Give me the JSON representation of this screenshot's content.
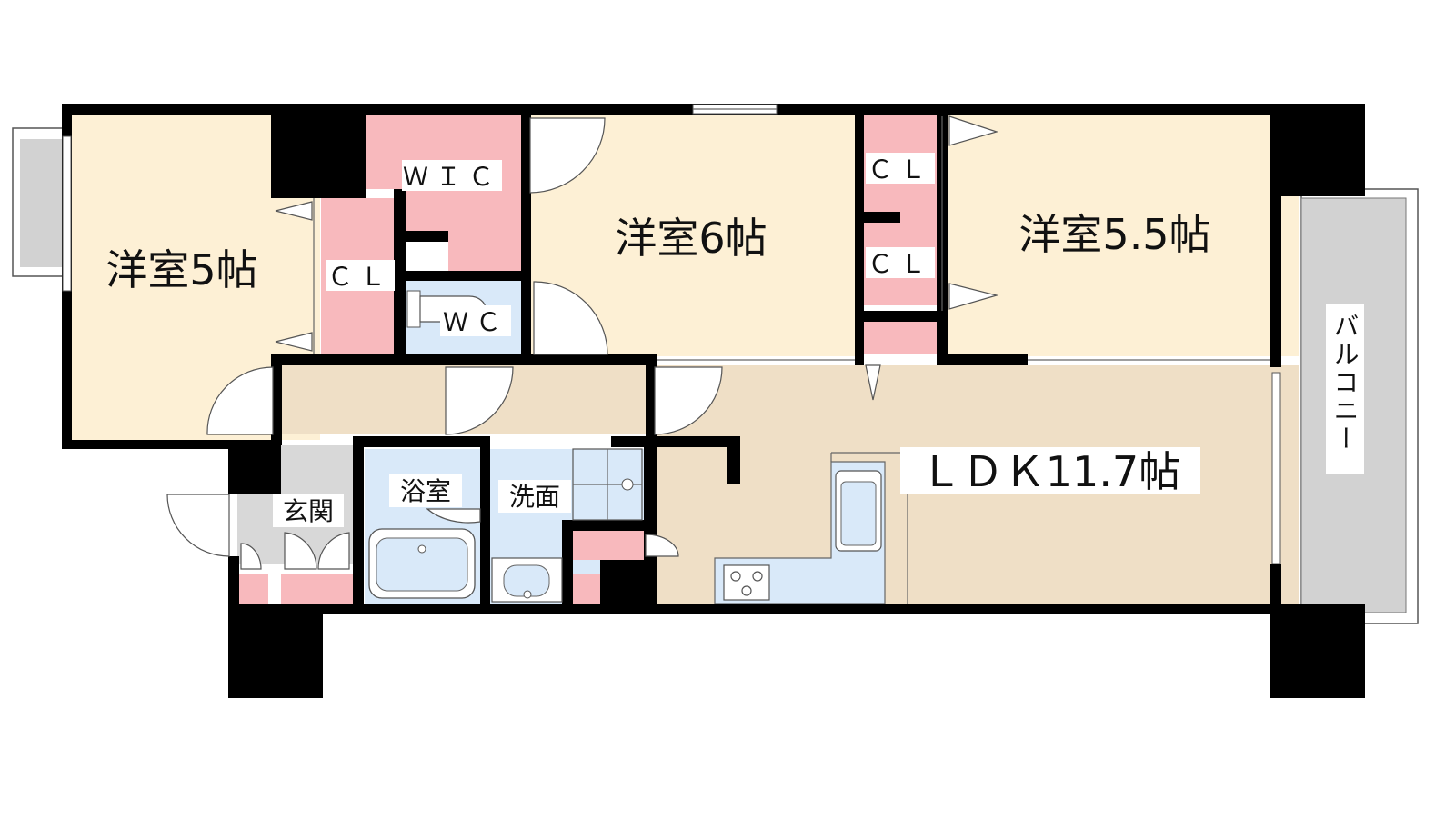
{
  "rooms": {
    "western_room_5": "洋室5帖",
    "western_room_6": "洋室6帖",
    "western_room_55": "洋室5.5帖",
    "ldk": "ＬＤＫ11.7帖",
    "balcony": "バルコニー",
    "entrance": "玄関",
    "bath": "浴室",
    "washroom": "洗面",
    "toilet": "ＷＣ",
    "walk_in_closet": "ＷＩＣ",
    "closet_1": "ＣＬ",
    "closet_2": "ＣＬ",
    "closet_3": "ＣＬ"
  },
  "colors": {
    "bedroom": "#fdf0d5",
    "ldk_hall": "#efdfc6",
    "closet": "#f8b9bd",
    "wet_area": "#d9e9f9",
    "entrance": "#d8d8d8",
    "balcony": "#d2d2d2",
    "wall": "#000000"
  },
  "icons": [
    "stove-icon",
    "sink-icon",
    "bathtub-icon",
    "toilet-icon",
    "washbasin-icon"
  ]
}
